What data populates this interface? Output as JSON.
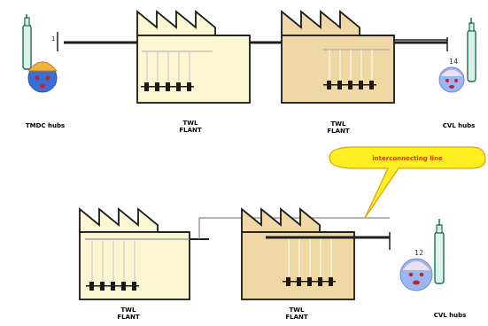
{
  "labels": {
    "tmdc_label": "TMDC hubs",
    "fab1_label": "TWL\nFLANT",
    "fab2_label": "TWL\nFLANT",
    "cvl_top_label": "CVL hubs",
    "fab3_label": "TWL\nFLANT",
    "fab4_label": "TWL\nFLANT",
    "cvl_bottom_label": "CVL hubs"
  },
  "callout": {
    "text": "interconnecting line"
  },
  "tank_numbers": {
    "top_left": "1",
    "top_right": "14",
    "bottom_right": "12"
  },
  "colors": {
    "fab_light": "#fbf6d2",
    "fab_tan": "#f0d8a6",
    "outline": "#1a1a1a",
    "pipe": "#1e1e1e",
    "tank": "#d9f1ea",
    "tank_stroke": "#1e6f4e",
    "face_blue": "#9bb6f2",
    "callout_fill": "#ffee22",
    "callout_stroke": "#e0a000",
    "callout_text": "#d43a00",
    "face_marks": "#c0272b"
  }
}
